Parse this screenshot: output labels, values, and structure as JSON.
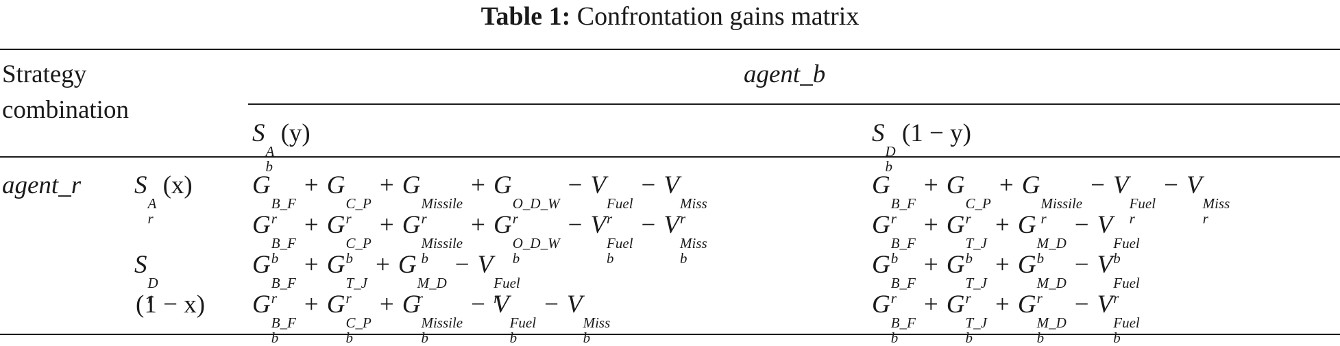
{
  "caption": {
    "label": "Table 1:",
    "title": "Confrontation gains matrix"
  },
  "header": {
    "strategy_line1": "Strategy",
    "strategy_line2": "combination",
    "agent_b": "agent_b",
    "col1": {
      "base": "S",
      "sub": "b",
      "sup": "A",
      "prob": "(y)"
    },
    "col2": {
      "base": "S",
      "sub": "b",
      "sup": "D",
      "prob": "(1 − y)"
    }
  },
  "rows": {
    "agent_r": "agent_r",
    "r1": {
      "base": "S",
      "sub": "r",
      "sup": "A",
      "prob": "(x)"
    },
    "r2": {
      "base": "S",
      "sub": "r",
      "sup": "D",
      "prob": "(1 − x)"
    }
  },
  "cells": [
    {
      "id": "rA_bA_r",
      "terms": [
        {
          "sign": "",
          "b": "G",
          "sub": "r",
          "sup": "B_F"
        },
        {
          "sign": "+",
          "b": "G",
          "sub": "r",
          "sup": "C_P"
        },
        {
          "sign": "+",
          "b": "G",
          "sub": "r",
          "sup": "Missile"
        },
        {
          "sign": "+",
          "b": "G",
          "sub": "r",
          "sup": "O_D_W"
        },
        {
          "sign": "−",
          "b": "V",
          "sub": "r",
          "sup": "Fuel"
        },
        {
          "sign": "−",
          "b": "V",
          "sub": "r",
          "sup": "Miss"
        }
      ]
    },
    {
      "id": "rA_bD_r",
      "terms": [
        {
          "sign": "",
          "b": "G",
          "sub": "r",
          "sup": "B_F"
        },
        {
          "sign": "+",
          "b": "G",
          "sub": "r",
          "sup": "C_P"
        },
        {
          "sign": "+",
          "b": "G",
          "sub": "r",
          "sup": "Missile"
        },
        {
          "sign": "−",
          "b": "V",
          "sub": "r",
          "sup": "Fuel"
        },
        {
          "sign": "−",
          "b": "V",
          "sub": "r",
          "sup": "Miss"
        }
      ]
    },
    {
      "id": "rA_bA_b",
      "terms": [
        {
          "sign": "",
          "b": "G",
          "sub": "b",
          "sup": "B_F"
        },
        {
          "sign": "+",
          "b": "G",
          "sub": "b",
          "sup": "C_P"
        },
        {
          "sign": "+",
          "b": "G",
          "sub": "b",
          "sup": "Missile"
        },
        {
          "sign": "+",
          "b": "G",
          "sub": "b",
          "sup": "O_D_W"
        },
        {
          "sign": "−",
          "b": "V",
          "sub": "b",
          "sup": "Fuel"
        },
        {
          "sign": "−",
          "b": "V",
          "sub": "b",
          "sup": "Miss"
        }
      ]
    },
    {
      "id": "rA_bD_b",
      "terms": [
        {
          "sign": "",
          "b": "G",
          "sub": "b",
          "sup": "B_F"
        },
        {
          "sign": "+",
          "b": "G",
          "sub": "b",
          "sup": "T_J"
        },
        {
          "sign": "+",
          "b": "G",
          "sub": "b",
          "sup": "M_D"
        },
        {
          "sign": "−",
          "b": "V",
          "sub": "b",
          "sup": "Fuel"
        }
      ]
    },
    {
      "id": "rD_bA_r",
      "terms": [
        {
          "sign": "",
          "b": "G",
          "sub": "r",
          "sup": "B_F"
        },
        {
          "sign": "+",
          "b": "G",
          "sub": "r",
          "sup": "T_J"
        },
        {
          "sign": "+",
          "b": "G",
          "sub": "r",
          "sup": "M_D"
        },
        {
          "sign": "−",
          "b": "V",
          "sub": "r",
          "sup": "Fuel"
        }
      ]
    },
    {
      "id": "rD_bD_r",
      "terms": [
        {
          "sign": "",
          "b": "G",
          "sub": "r",
          "sup": "B_F"
        },
        {
          "sign": "+",
          "b": "G",
          "sub": "r",
          "sup": "T_J"
        },
        {
          "sign": "+",
          "b": "G",
          "sub": "r",
          "sup": "M_D"
        },
        {
          "sign": "−",
          "b": "V",
          "sub": "r",
          "sup": "Fuel"
        }
      ]
    },
    {
      "id": "rD_bA_b",
      "terms": [
        {
          "sign": "",
          "b": "G",
          "sub": "b",
          "sup": "B_F"
        },
        {
          "sign": "+",
          "b": "G",
          "sub": "b",
          "sup": "C_P"
        },
        {
          "sign": "+",
          "b": "G",
          "sub": "b",
          "sup": "Missile"
        },
        {
          "sign": "−",
          "b": "V",
          "sub": "b",
          "sup": "Fuel"
        },
        {
          "sign": "−",
          "b": "V",
          "sub": "b",
          "sup": "Miss"
        }
      ]
    },
    {
      "id": "rD_bD_b",
      "terms": [
        {
          "sign": "",
          "b": "G",
          "sub": "b",
          "sup": "B_F"
        },
        {
          "sign": "+",
          "b": "G",
          "sub": "b",
          "sup": "T_J"
        },
        {
          "sign": "+",
          "b": "G",
          "sub": "b",
          "sup": "M_D"
        },
        {
          "sign": "−",
          "b": "V",
          "sub": "b",
          "sup": "Fuel"
        }
      ]
    }
  ]
}
